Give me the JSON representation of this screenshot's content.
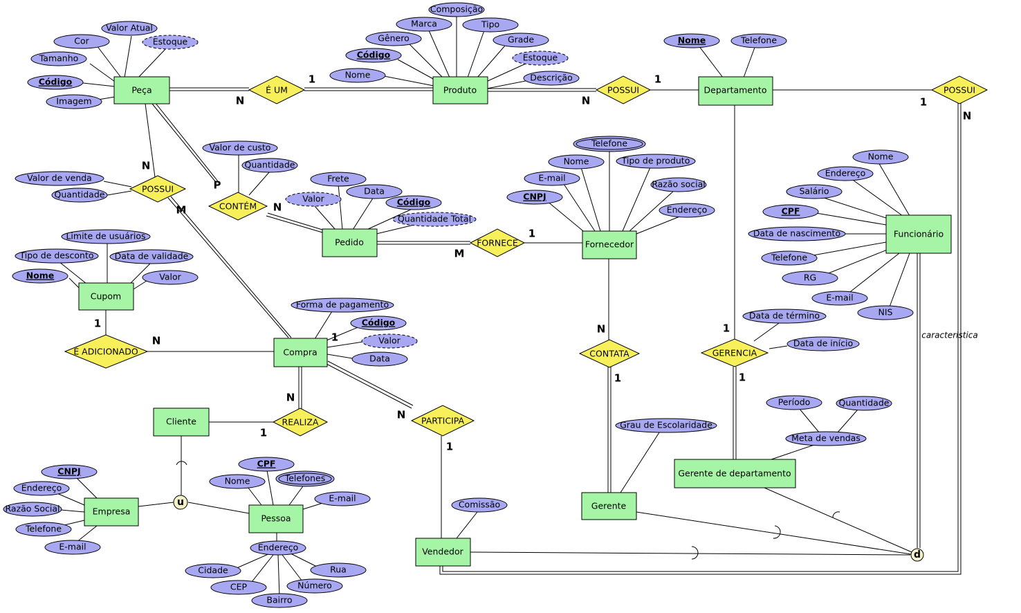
{
  "entities": {
    "peca": "Peça",
    "produto": "Produto",
    "departamento": "Departamento",
    "pedido": "Pedido",
    "fornecedor": "Fornecedor",
    "funcionario": "Funcionário",
    "cupom": "Cupom",
    "compra": "Compra",
    "cliente": "Cliente",
    "empresa": "Empresa",
    "pessoa": "Pessoa",
    "vendedor": "Vendedor",
    "gerente": "Gerente",
    "gerente_depto": "Gerente de departamento"
  },
  "relationships": {
    "e_um": "É UM",
    "possui_prod_dep": "POSSUI",
    "possui_dep_func": "POSSUI",
    "possui_peca_compra": "POSSUI",
    "contem": "CONTÉM",
    "fornece": "FORNECE",
    "contata": "CONTATA",
    "gerencia": "GERENCIA",
    "e_adicionado": "É ADICIONADO",
    "realiza": "REALIZA",
    "participa": "PARTICIPA"
  },
  "attributes": {
    "peca_valor_atual": "Valor Atual",
    "peca_cor": "Cor",
    "peca_estoque": "Estoque",
    "peca_tamanho": "Tamanho",
    "peca_codigo": "Código",
    "peca_imagem": "Imagem",
    "prod_composicao": "Composição",
    "prod_marca": "Marca",
    "prod_tipo": "Tipo",
    "prod_genero": "Gênero",
    "prod_grade": "Grade",
    "prod_codigo": "Código",
    "prod_estoque": "Estoque",
    "prod_nome": "Nome",
    "prod_descricao": "Descrição",
    "dep_nome": "Nome",
    "dep_telefone": "Telefone",
    "pp_valor_venda": "Valor de venda",
    "pp_quantidade": "Quantidade",
    "cont_valor_custo": "Valor de custo",
    "cont_quantidade": "Quantidade",
    "ped_frete": "Frete",
    "ped_valor": "Valor",
    "ped_data": "Data",
    "ped_codigo": "Código",
    "ped_qtd_total": "Quantidade Total",
    "forn_telefone": "Telefone",
    "forn_nome": "Nome",
    "forn_tipo_produto": "Tipo de produto",
    "forn_email": "E-mail",
    "forn_razao": "Razão social",
    "forn_cnpj": "CNPJ",
    "forn_endereco": "Endereço",
    "func_nome": "Nome",
    "func_endereco": "Endereço",
    "func_salario": "Salário",
    "func_cpf": "CPF",
    "func_nascimento": "Data de nascimento",
    "func_telefone": "Telefone",
    "func_rg": "RG",
    "func_email": "E-mail",
    "func_nis": "NIS",
    "cup_limite": "Limite de usuários",
    "cup_tipo_desc": "Tipo de desconto",
    "cup_validade": "Data de validade",
    "cup_nome": "Nome",
    "cup_valor": "Valor",
    "comp_forma_pag": "Forma de pagamento",
    "comp_codigo": "Código",
    "comp_valor": "Valor",
    "comp_data": "Data",
    "ger_data_termino": "Data de término",
    "ger_data_inicio": "Data de início",
    "gd_periodo": "Período",
    "gd_quantidade": "Quantidade",
    "gd_meta": "Meta de vendas",
    "g_escolaridade": "Grau de Escolaridade",
    "emp_cnpj": "CNPJ",
    "emp_endereco": "Endereço",
    "emp_razao": "Razão Social",
    "emp_telefone": "Telefone",
    "emp_email": "E-mail",
    "pes_cpf": "CPF",
    "pes_nome": "Nome",
    "pes_telefones": "Telefones",
    "pes_email": "E-mail",
    "pes_endereco": "Endereço",
    "pes_cidade": "Cidade",
    "pes_rua": "Rua",
    "pes_cep": "CEP",
    "pes_numero": "Número",
    "pes_bairro": "Bairro",
    "vend_comissao": "Comissão"
  },
  "cardinalities": {
    "c1": "N",
    "c2": "1",
    "c3": "N",
    "c4": "1",
    "c5": "1",
    "c6": "N",
    "c7": "N",
    "c8": "M",
    "c9": "P",
    "c10": "N",
    "c11": "1",
    "c12": "M",
    "c13": "N",
    "c14": "1",
    "c15": "1",
    "c16": "1",
    "c17": "1",
    "c18": "N",
    "c19": "1",
    "c20": "N",
    "c21": "1",
    "c22": "N",
    "c23": "1"
  },
  "labels": {
    "caracteristica": "caracteristica",
    "union_symbol": "u",
    "disjoint_symbol": "d"
  },
  "colors": {
    "entity_fill": "#a6f4a6",
    "relationship_fill": "#f8f05a",
    "attribute_fill": "#a7a7f2",
    "junction_fill": "#f4f0c8"
  }
}
